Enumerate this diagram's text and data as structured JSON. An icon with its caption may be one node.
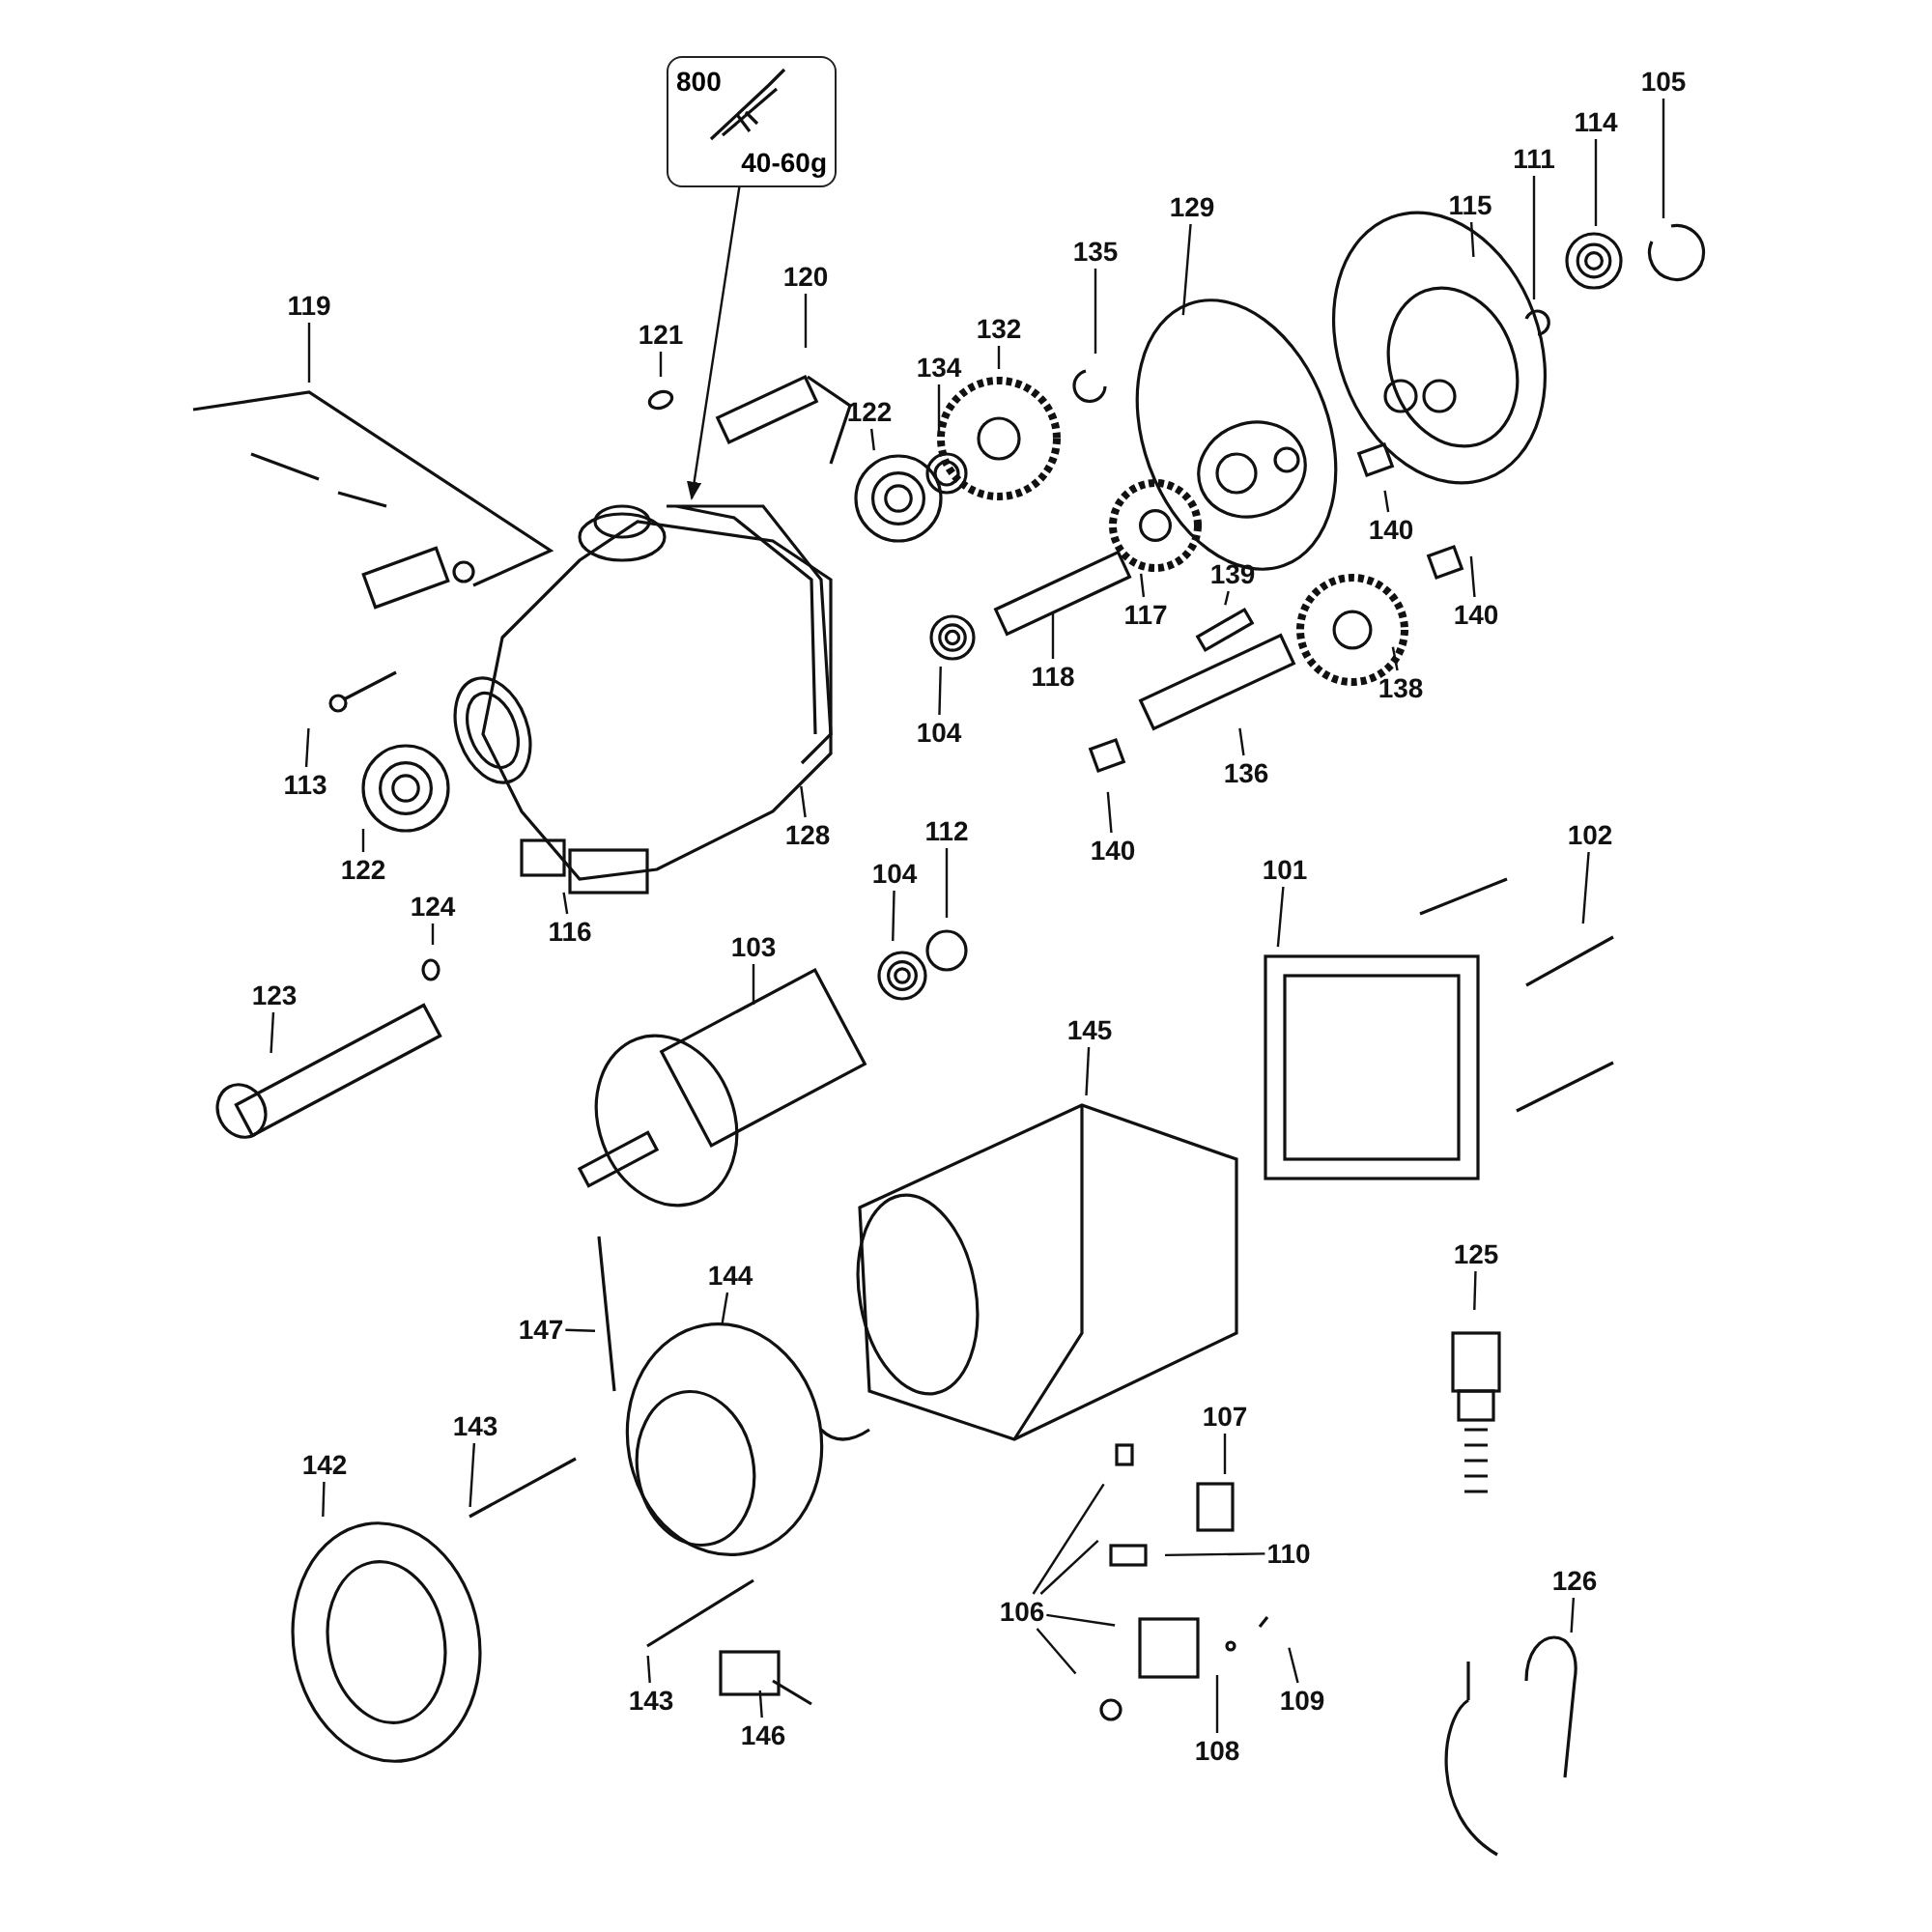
{
  "diagram": {
    "nodes": [
      {
        "text": [
          "800",
          "40-60g"
        ]
      },
      {
        "text": [
          "119"
        ]
      },
      {
        "text": [
          "121"
        ]
      },
      {
        "text": [
          "120"
        ]
      },
      {
        "text": [
          "122"
        ]
      },
      {
        "text": [
          "134"
        ]
      },
      {
        "text": [
          "132"
        ]
      },
      {
        "text": [
          "135"
        ]
      },
      {
        "text": [
          "129"
        ]
      },
      {
        "text": [
          "115"
        ]
      },
      {
        "text": [
          "111"
        ]
      },
      {
        "text": [
          "114"
        ]
      },
      {
        "text": [
          "105"
        ]
      },
      {
        "text": [
          "140"
        ]
      },
      {
        "text": [
          "140"
        ]
      },
      {
        "text": [
          "139"
        ]
      },
      {
        "text": [
          "117"
        ]
      },
      {
        "text": [
          "118"
        ]
      },
      {
        "text": [
          "104"
        ]
      },
      {
        "text": [
          "138"
        ]
      },
      {
        "text": [
          "136"
        ]
      },
      {
        "text": [
          "140"
        ]
      },
      {
        "text": [
          "113"
        ]
      },
      {
        "text": [
          "122"
        ]
      },
      {
        "text": [
          "116"
        ]
      },
      {
        "text": [
          "128"
        ]
      },
      {
        "text": [
          "124"
        ]
      },
      {
        "text": [
          "104"
        ]
      },
      {
        "text": [
          "112"
        ]
      },
      {
        "text": [
          "103"
        ]
      },
      {
        "text": [
          "101"
        ]
      },
      {
        "text": [
          "102"
        ]
      },
      {
        "text": [
          "123"
        ]
      },
      {
        "text": [
          "145"
        ]
      },
      {
        "text": [
          "144"
        ]
      },
      {
        "text": [
          "147"
        ]
      },
      {
        "text": [
          "125"
        ]
      },
      {
        "text": [
          "143"
        ]
      },
      {
        "text": [
          "142"
        ]
      },
      {
        "text": [
          "107"
        ]
      },
      {
        "text": [
          "110"
        ]
      },
      {
        "text": [
          "106"
        ]
      },
      {
        "text": [
          "109"
        ]
      },
      {
        "text": [
          "108"
        ]
      },
      {
        "text": [
          "126"
        ]
      },
      {
        "text": [
          "143"
        ]
      },
      {
        "text": [
          "146"
        ]
      }
    ],
    "edges": [
      {
        "from": 0,
        "to": null,
        "arrow": "to"
      },
      {
        "from": 1,
        "to": null,
        "arrow": "none"
      },
      {
        "from": 2,
        "to": null,
        "arrow": "none"
      },
      {
        "from": 3,
        "to": null,
        "arrow": "none"
      },
      {
        "from": 4,
        "to": null,
        "arrow": "none"
      },
      {
        "from": 5,
        "to": null,
        "arrow": "none"
      },
      {
        "from": 6,
        "to": null,
        "arrow": "none"
      },
      {
        "from": 7,
        "to": null,
        "arrow": "none"
      },
      {
        "from": 8,
        "to": null,
        "arrow": "none"
      },
      {
        "from": 9,
        "to": null,
        "arrow": "none"
      },
      {
        "from": 10,
        "to": null,
        "arrow": "none"
      },
      {
        "from": 11,
        "to": null,
        "arrow": "none"
      },
      {
        "from": 12,
        "to": null,
        "arrow": "none"
      },
      {
        "from": 13,
        "to": null,
        "arrow": "none"
      },
      {
        "from": 14,
        "to": null,
        "arrow": "none"
      },
      {
        "from": 15,
        "to": null,
        "arrow": "none"
      },
      {
        "from": 16,
        "to": null,
        "arrow": "none"
      },
      {
        "from": 17,
        "to": null,
        "arrow": "none"
      },
      {
        "from": 18,
        "to": null,
        "arrow": "none"
      },
      {
        "from": 19,
        "to": null,
        "arrow": "none"
      },
      {
        "from": 20,
        "to": null,
        "arrow": "none"
      },
      {
        "from": 21,
        "to": null,
        "arrow": "none"
      },
      {
        "from": 22,
        "to": null,
        "arrow": "none"
      },
      {
        "from": 23,
        "to": null,
        "arrow": "none"
      },
      {
        "from": 24,
        "to": null,
        "arrow": "none"
      },
      {
        "from": 25,
        "to": null,
        "arrow": "none"
      },
      {
        "from": 26,
        "to": null,
        "arrow": "none"
      },
      {
        "from": 27,
        "to": null,
        "arrow": "none"
      },
      {
        "from": 28,
        "to": null,
        "arrow": "none"
      },
      {
        "from": 29,
        "to": null,
        "arrow": "none"
      },
      {
        "from": 30,
        "to": null,
        "arrow": "none"
      },
      {
        "from": 31,
        "to": null,
        "arrow": "none"
      },
      {
        "from": 32,
        "to": null,
        "arrow": "none"
      },
      {
        "from": 33,
        "to": null,
        "arrow": "none"
      },
      {
        "from": 34,
        "to": null,
        "arrow": "none"
      },
      {
        "from": 35,
        "to": null,
        "arrow": "none"
      },
      {
        "from": 36,
        "to": null,
        "arrow": "none"
      },
      {
        "from": 37,
        "to": null,
        "arrow": "none"
      },
      {
        "from": 38,
        "to": null,
        "arrow": "none"
      },
      {
        "from": 39,
        "to": null,
        "arrow": "none"
      },
      {
        "from": 40,
        "to": null,
        "arrow": "none"
      },
      {
        "from": 41,
        "to": null,
        "arrow": "none"
      },
      {
        "from": 41,
        "to": null,
        "arrow": "none"
      },
      {
        "from": 41,
        "to": null,
        "arrow": "none"
      },
      {
        "from": 41,
        "to": null,
        "arrow": "none"
      },
      {
        "from": 42,
        "to": null,
        "arrow": "none"
      },
      {
        "from": 43,
        "to": null,
        "arrow": "none"
      },
      {
        "from": 44,
        "to": null,
        "arrow": "none"
      },
      {
        "from": 45,
        "to": null,
        "arrow": "none"
      },
      {
        "from": 46,
        "to": null,
        "arrow": "none"
      }
    ]
  }
}
